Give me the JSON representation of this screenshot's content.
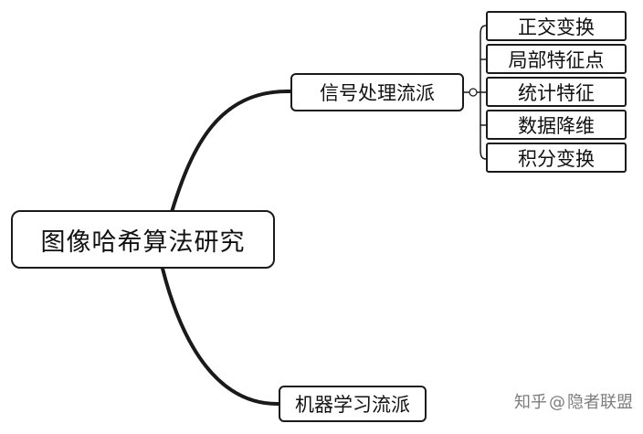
{
  "mindmap": {
    "root": "图像哈希算法研究",
    "branches": [
      {
        "label": "信号处理流派",
        "children": [
          "正交变换",
          "局部特征点",
          "统计特征",
          "数据降维",
          "积分变换"
        ]
      },
      {
        "label": "机器学习流派",
        "children": []
      }
    ]
  },
  "watermark": {
    "brand": "知乎",
    "at": "@",
    "author": "隐者联盟"
  },
  "colors": {
    "line": "#1a1a1a",
    "border": "#1a1a1a",
    "text": "#111111",
    "watermark": "#7d7d7d"
  }
}
